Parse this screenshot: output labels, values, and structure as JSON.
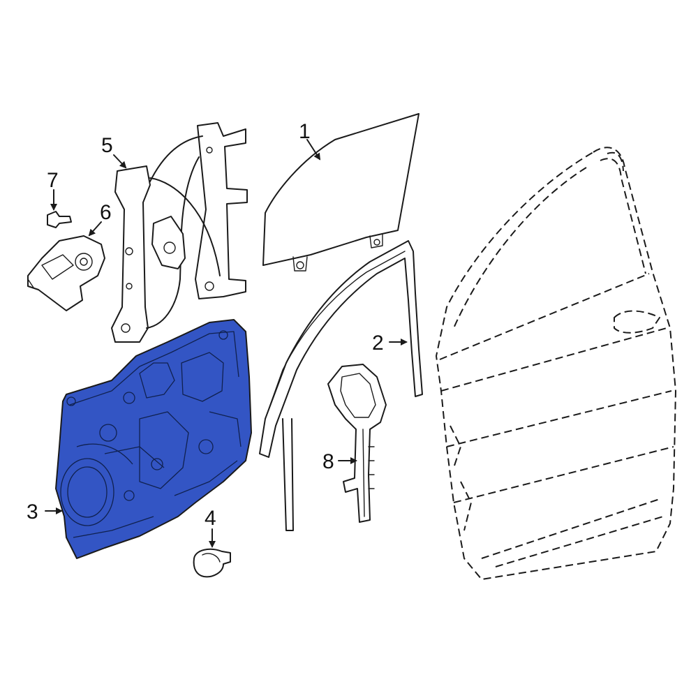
{
  "colors": {
    "highlight": "#3355c4",
    "line": "#1a1a1a",
    "background": "#ffffff"
  },
  "callouts": [
    {
      "id": "1",
      "label": "1"
    },
    {
      "id": "2",
      "label": "2"
    },
    {
      "id": "3",
      "label": "3"
    },
    {
      "id": "4",
      "label": "4"
    },
    {
      "id": "5",
      "label": "5"
    },
    {
      "id": "6",
      "label": "6"
    },
    {
      "id": "7",
      "label": "7"
    },
    {
      "id": "8",
      "label": "8"
    }
  ]
}
